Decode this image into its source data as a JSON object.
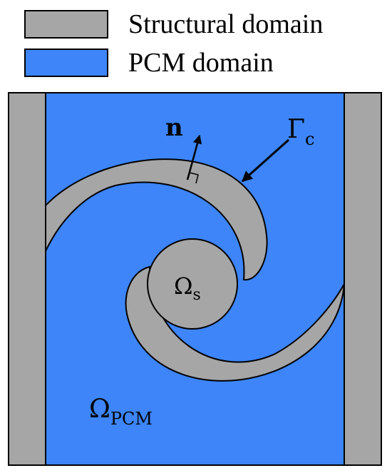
{
  "colors": {
    "structural": "#a6a6a6",
    "pcm": "#3d85f8",
    "outline": "#000000"
  },
  "legend": [
    {
      "label": "Structural  domain",
      "color": "#a6a6a6"
    },
    {
      "label": "PCM domain",
      "color": "#3d85f8"
    }
  ],
  "labels": {
    "normal": "n",
    "interface_main": "Γ",
    "interface_sub": "c",
    "solid_main": "Ω",
    "solid_sub": "s",
    "pcm_main": "Ω",
    "pcm_sub": "PCM"
  }
}
